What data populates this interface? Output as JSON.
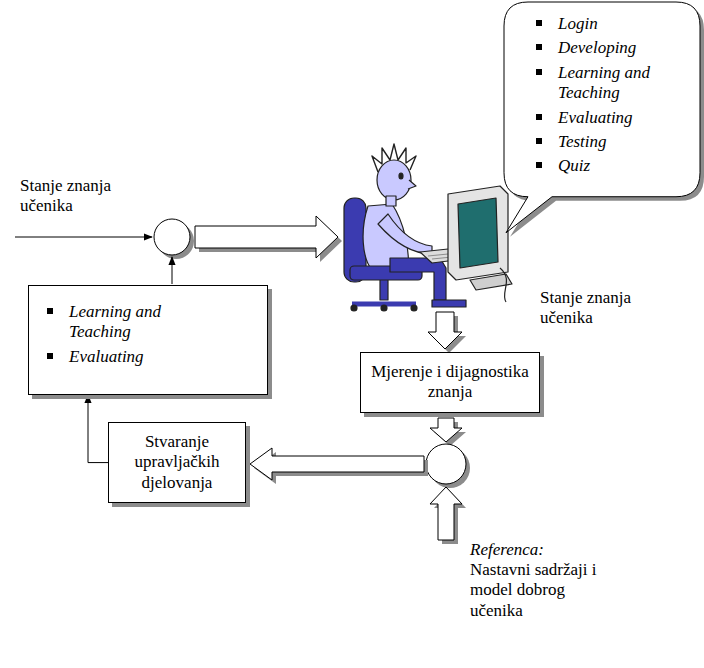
{
  "diagram": {
    "nodes": [
      {
        "text": [
          "Login",
          "Developing",
          "Learning and Teaching",
          "Evaluating",
          "Testing",
          "Quiz"
        ]
      },
      {
        "text": [
          "Learning and Teaching",
          "Evaluating"
        ]
      },
      {
        "text": [
          "Mjerenje i dijagnostika znanja"
        ]
      },
      {
        "text": [
          "Stvaranje upravljačkih djelovanja"
        ]
      }
    ],
    "edges": [
      {
        "from": 3,
        "to": 1,
        "arrow": "to"
      }
    ],
    "labels": [
      "Stanje znanja učenika",
      "Stanje znanja učenika",
      "Referenca:",
      "Nastavni sadržaji i model dobrog učenika"
    ]
  }
}
